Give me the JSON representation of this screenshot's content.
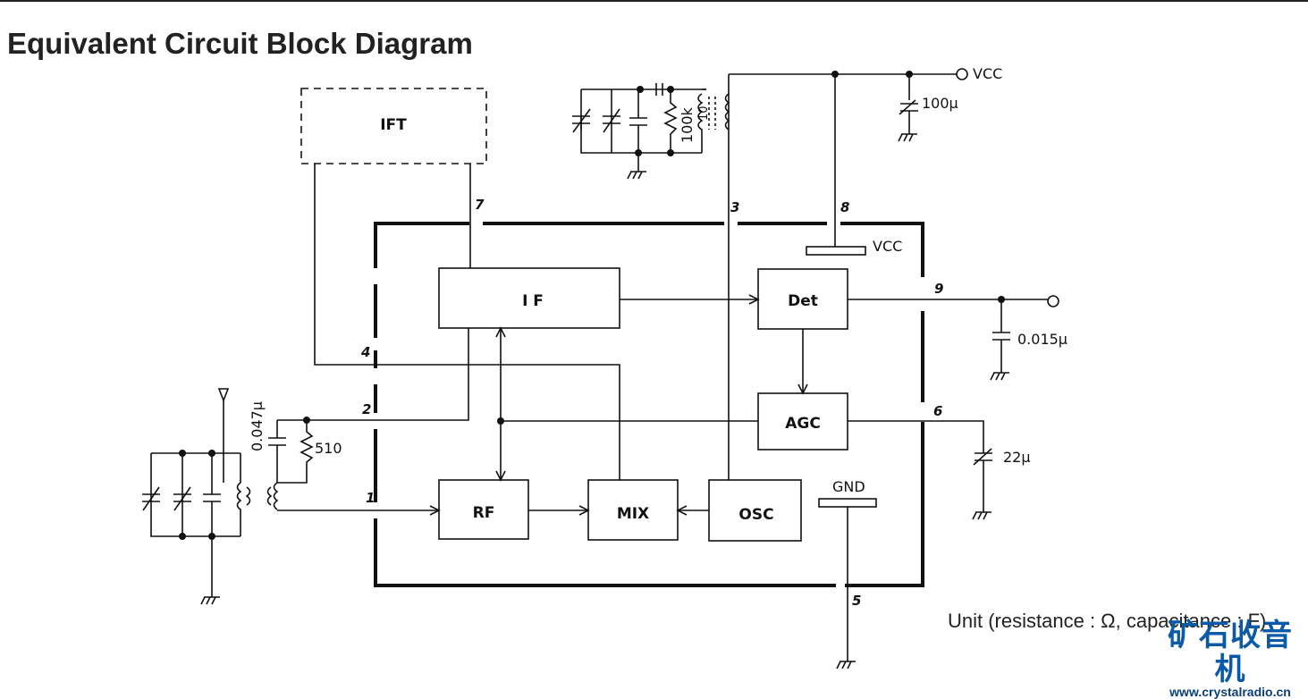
{
  "header": {
    "title": "Equivalent Circuit Block Diagram"
  },
  "blocks": {
    "ift": "IFT",
    "if": "I F",
    "det": "Det",
    "agc": "AGC",
    "rf": "RF",
    "mix": "MIX",
    "osc": "OSC"
  },
  "pins": {
    "p1": "1",
    "p2": "2",
    "p3": "3",
    "p4": "4",
    "p5": "5",
    "p6": "6",
    "p7": "7",
    "p8": "8",
    "p9": "9"
  },
  "labels": {
    "vcc_top": "VCC",
    "vcc_inner": "VCC",
    "gnd": "GND"
  },
  "components": {
    "c_vcc": "100μ",
    "r_osc": "100k",
    "coil_osc": "10",
    "c_out": "0.015μ",
    "c_agc": "22μ",
    "c_in": "0.047μ",
    "r_in": "510"
  },
  "footer": {
    "unit_note": "Unit (resistance : Ω, capacitance : F)",
    "watermark_cn": "矿石收音机",
    "watermark_url": "www.crystalradio.cn"
  }
}
